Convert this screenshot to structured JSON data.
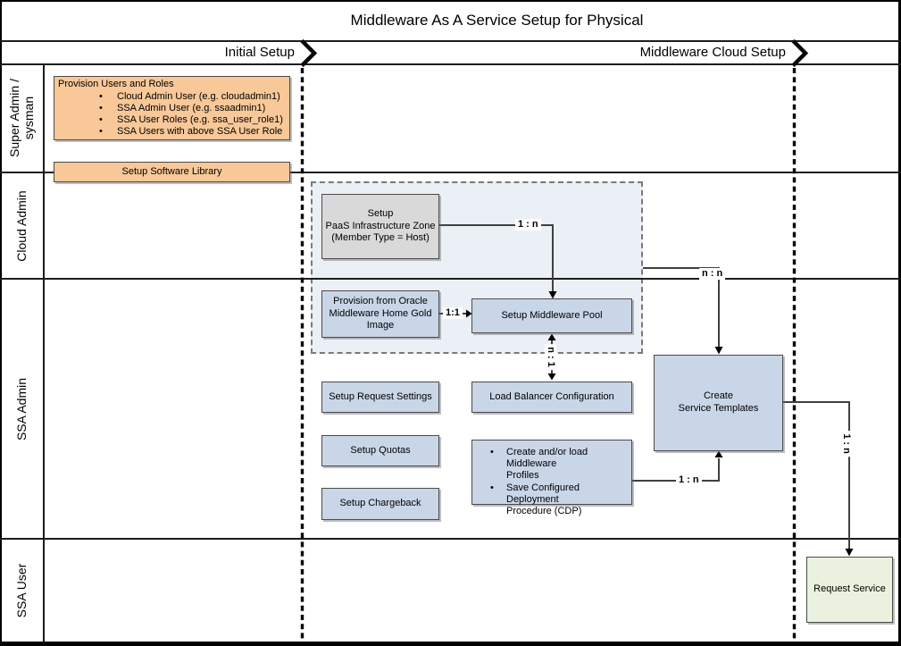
{
  "title": "Middleware As A Service Setup for Physical",
  "phases": [
    {
      "label": "Initial Setup",
      "chevron_icon": "chevron-right"
    },
    {
      "label": "Middleware Cloud Setup",
      "chevron_icon": "chevron-right"
    }
  ],
  "lanes": [
    {
      "label": "Super Admin /\nsysman"
    },
    {
      "label": "Cloud Admin"
    },
    {
      "label": "SSA Admin"
    },
    {
      "label": "SSA User"
    }
  ],
  "boxes": {
    "provision_users": {
      "title": "Provision Users and Roles",
      "bullets": [
        "Cloud Admin User (e.g. cloudadmin1)",
        "SSA Admin User (e.g. ssaadmin1)",
        "SSA User Roles (e.g. ssa_user_role1)",
        "SSA Users with above SSA User Role"
      ]
    },
    "software_library": {
      "label": "Setup Software Library"
    },
    "setup_paas": {
      "label": "Setup\nPaaS Infrastructure Zone\n(Member Type = Host)"
    },
    "provision_gold": {
      "label": "Provision from Oracle\nMiddleware Home Gold\nImage"
    },
    "middleware_pool": {
      "label": "Setup Middleware Pool"
    },
    "request_settings": {
      "label": "Setup Request Settings"
    },
    "load_balancer": {
      "label": "Load Balancer Configuration"
    },
    "quotas": {
      "label": "Setup Quotas"
    },
    "profiles": {
      "bullets": [
        "Create and/or load Middleware\nProfiles",
        "Save Configured Deployment\nProcedure (CDP)"
      ]
    },
    "chargeback": {
      "label": "Setup Chargeback"
    },
    "service_templates": {
      "label": "Create\nService Templates"
    },
    "request_service": {
      "label": "Request Service"
    }
  },
  "connectors": {
    "zone_to_pool": "1 : n",
    "gold_to_pool": "1:1",
    "pool_to_lb": "n : 1",
    "zone_to_templates": "n : n",
    "profiles_to_templates": "1 : n",
    "templates_to_request": "1 : n"
  },
  "colors": {
    "orange_box": "#F8C898",
    "blue_box": "#C9D6E8",
    "gray_box": "#D9D9D9",
    "green_box": "#EAF1DE",
    "group_fill": "#EBEFF6",
    "line": "#404040"
  }
}
